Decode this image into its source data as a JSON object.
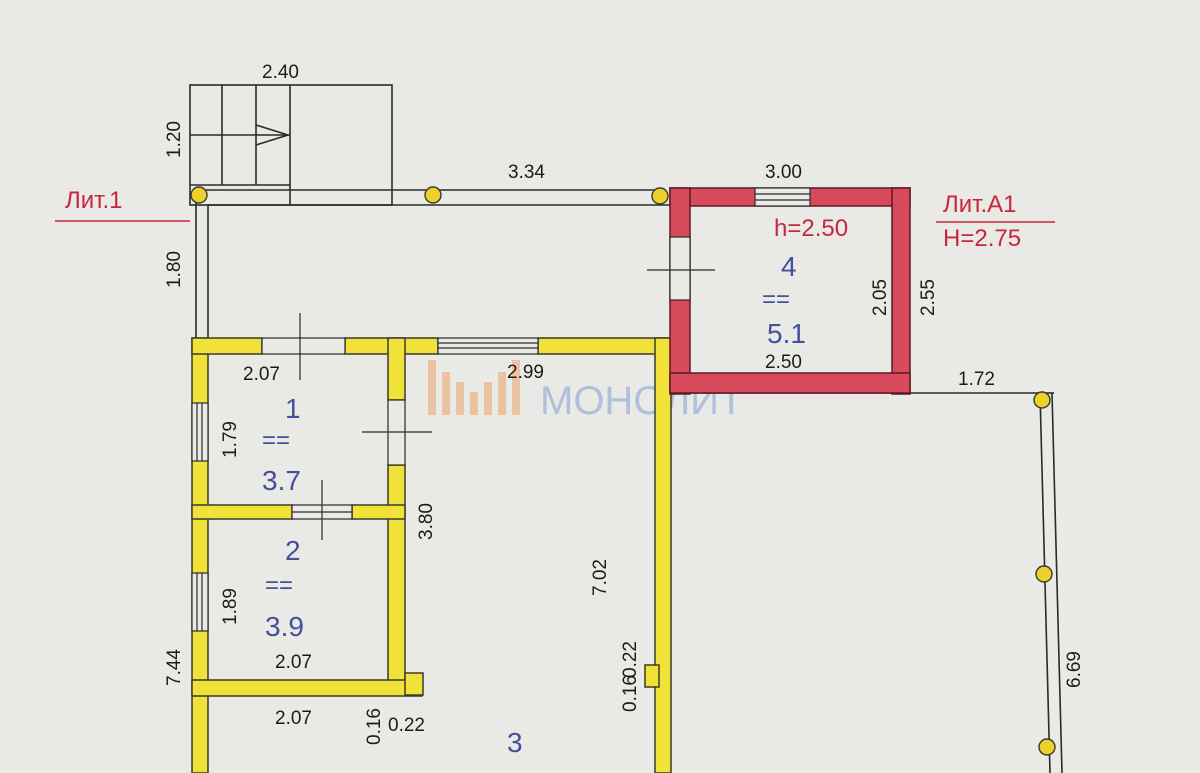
{
  "labels": {
    "lit1": "Лит.1",
    "litA1": "Лит.А1",
    "litA1_height": "H=2.75",
    "room4_height": "h=2.50"
  },
  "dimensions": {
    "stair_width": "2.40",
    "stair_depth": "1.20",
    "porch_width": "3.34",
    "porch_left_depth": "1.80",
    "room4_width_top": "3.00",
    "room4_inner_height": "2.05",
    "room4_outer_height": "2.55",
    "room4_width_bottom": "2.50",
    "right_extension": "1.72",
    "right_side_length": "6.69",
    "room1_width": "2.07",
    "room1_height": "1.79",
    "room3_width": "2.99",
    "rooms_left_height": "3.80",
    "room3_length": "7.02",
    "room2_height": "1.89",
    "room2_width": "2.07",
    "total_left_height": "7.44",
    "bottom_room_width": "2.07",
    "pillar_a_1": "0.16",
    "pillar_a_2": "0.22",
    "pillar_b_1": "0.22",
    "pillar_b_2": "0.16"
  },
  "rooms": {
    "room1": {
      "number": "1",
      "eq": "==",
      "area": "3.7"
    },
    "room2": {
      "number": "2",
      "eq": "==",
      "area": "3.9"
    },
    "room3": {
      "number": "3"
    },
    "room4": {
      "number": "4",
      "eq": "==",
      "area": "5.1"
    }
  },
  "watermark": {
    "text": "МОНОЛИТ"
  },
  "colors": {
    "paper": "#e9e9e6",
    "yellow_wall": "#f1e23a",
    "red_wall": "#d64a5c",
    "line": "#2a2a2a",
    "room_text": "#44509a",
    "lit_text": "#c8263d",
    "pillar": "#ecd02c"
  }
}
